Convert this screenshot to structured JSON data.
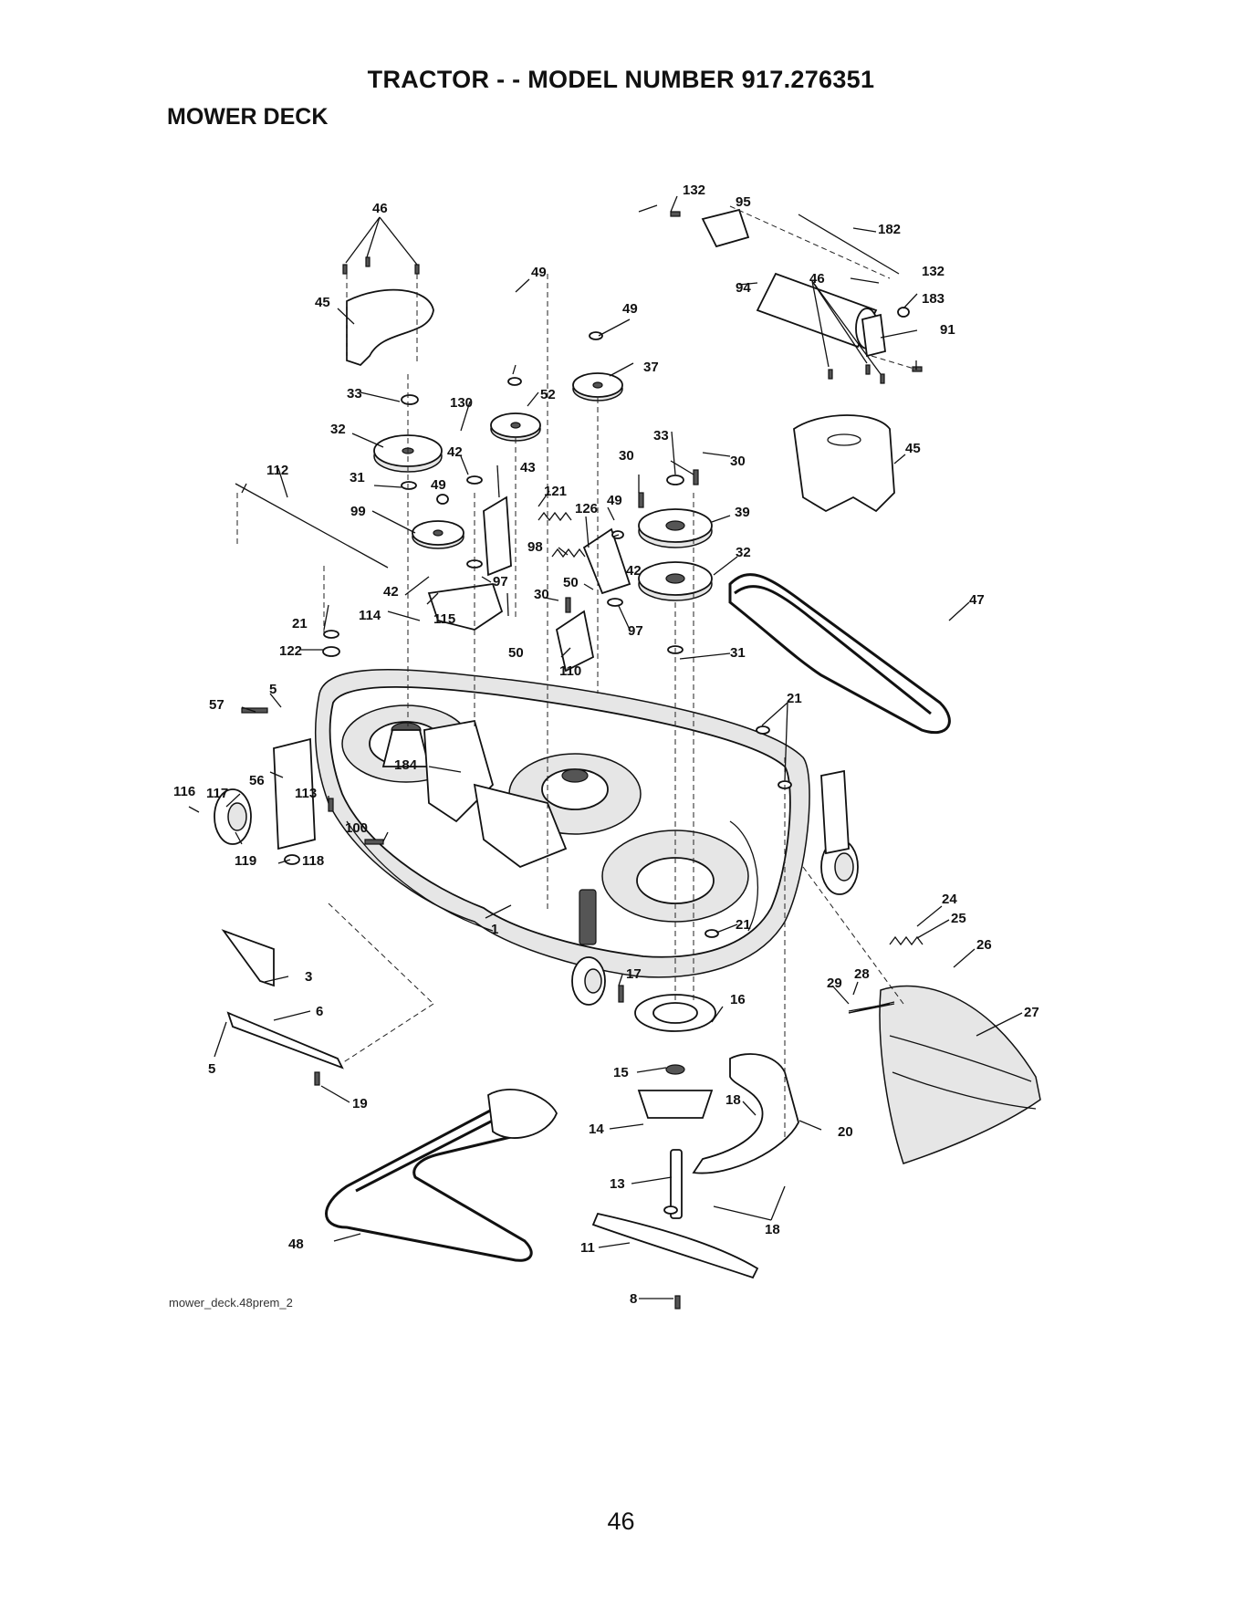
{
  "header": {
    "title": "TRACTOR - - MODEL NUMBER 917.276351",
    "section": "MOWER DECK"
  },
  "diagram": {
    "source_label": "mower_deck.48prem_2",
    "callouts": {
      "c1": "1",
      "c3": "3",
      "c5a": "5",
      "c5b": "5",
      "c6": "6",
      "c8": "8",
      "c11": "11",
      "c13": "13",
      "c14": "14",
      "c15": "15",
      "c16": "16",
      "c17": "17",
      "c18a": "18",
      "c18b": "18",
      "c19": "19",
      "c20": "20",
      "c21a": "21",
      "c21b": "21",
      "c21c": "21",
      "c24": "24",
      "c25": "25",
      "c26": "26",
      "c27": "27",
      "c28": "28",
      "c29": "29",
      "c30a": "30",
      "c30b": "30",
      "c30c": "30",
      "c31a": "31",
      "c31b": "31",
      "c32a": "32",
      "c32b": "32",
      "c33a": "33",
      "c33b": "33",
      "c37": "37",
      "c39": "39",
      "c42a": "42",
      "c42b": "42",
      "c42c": "42",
      "c43": "43",
      "c45a": "45",
      "c45b": "45",
      "c46a": "46",
      "c46b": "46",
      "c47": "47",
      "c48": "48",
      "c49a": "49",
      "c49b": "49",
      "c49c": "49",
      "c49d": "49",
      "c50a": "50",
      "c50b": "50",
      "c52": "52",
      "c56": "56",
      "c57": "57",
      "c91": "91",
      "c94": "94",
      "c95": "95",
      "c97a": "97",
      "c97b": "97",
      "c98": "98",
      "c99": "99",
      "c100": "100",
      "c110": "110",
      "c112": "112",
      "c113": "113",
      "c114": "114",
      "c115": "115",
      "c116": "116",
      "c117": "117",
      "c118": "118",
      "c119": "119",
      "c121": "121",
      "c122": "122",
      "c126": "126",
      "c130": "130",
      "c132a": "132",
      "c132b": "132",
      "c182": "182",
      "c183": "183",
      "c184": "184"
    }
  },
  "footer": {
    "page_number": "46"
  }
}
